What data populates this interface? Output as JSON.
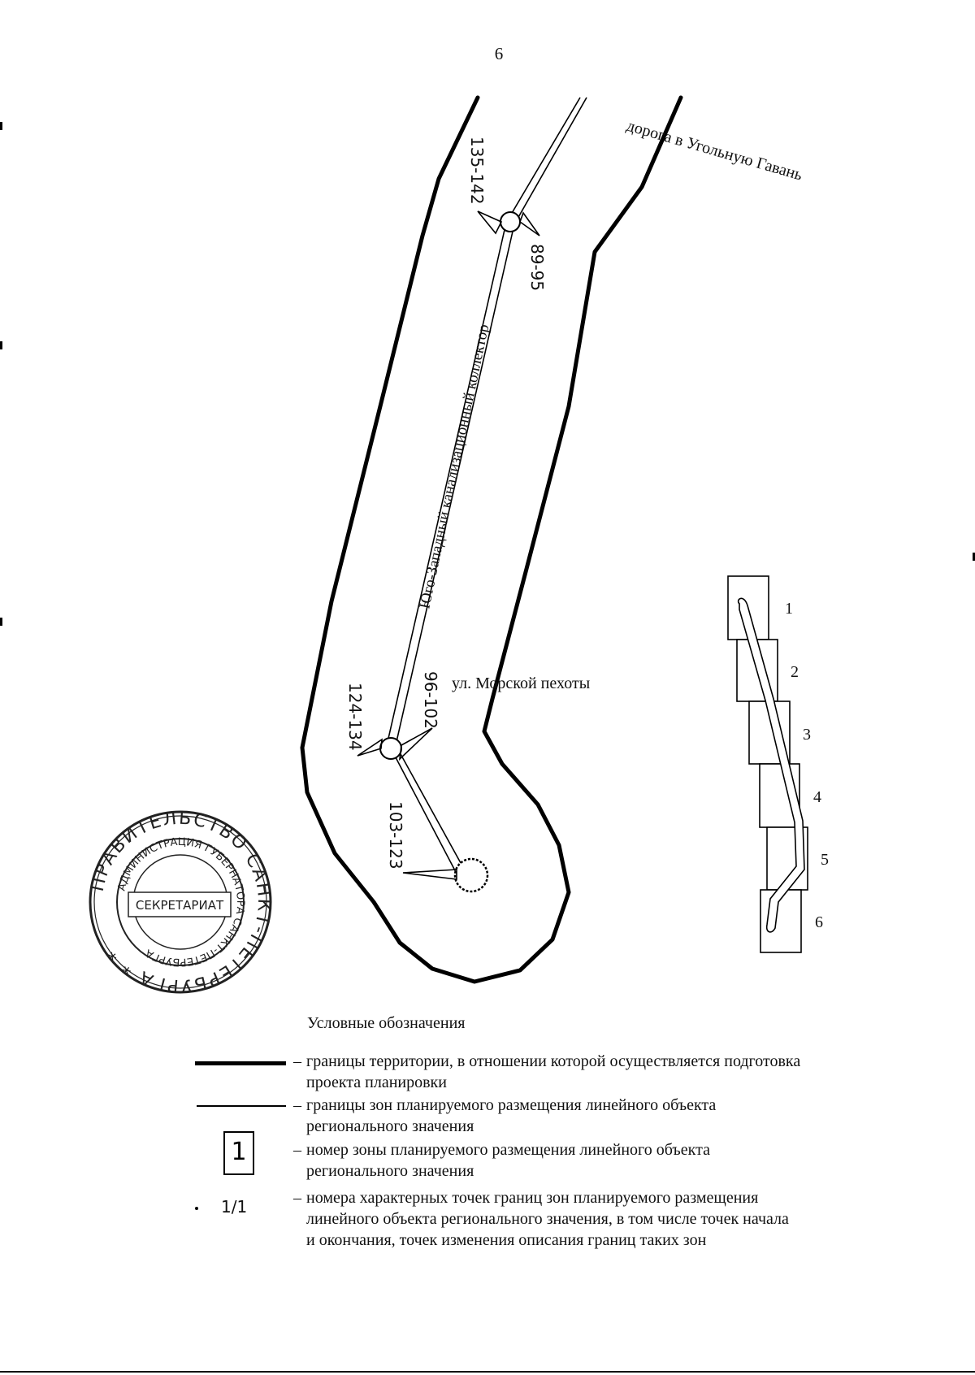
{
  "page_number": "6",
  "map": {
    "road_label": "дорога в Угольную Гавань",
    "collector_label": "Юго-Западный канализационный коллектор",
    "street_label": "ул. Морской пехоты",
    "point_labels": {
      "top_left": "135-142",
      "top_right": "89-95",
      "mid_right": "96-102",
      "mid_left": "124-134",
      "bottom": "103-123"
    },
    "zone_numbers": [
      "1",
      "2",
      "3",
      "4",
      "5",
      "6"
    ]
  },
  "stamp": {
    "outer_text": "ПРАВИТЕЛЬСТВО САНКТ-ПЕТЕРБУРГА",
    "inner_text": "АДМИНИСТРАЦИЯ ГУБЕРНАТОРА САНКТ-ПЕТЕРБУРГА",
    "center_text": "СЕКРЕТАРИАТ"
  },
  "legend": {
    "title": "Условные обозначения",
    "items": [
      {
        "symbol": "thick-line",
        "line1": "границы территории, в отношении которой осуществляется подготовка",
        "line2": "проекта планировки"
      },
      {
        "symbol": "thin-line",
        "line1": "границы зон планируемого размещения линейного объекта",
        "line2": "регионального значения"
      },
      {
        "symbol": "zone-box",
        "sample": "1",
        "line1": "номер зоны планируемого размещения линейного объекта",
        "line2": "регионального значения"
      },
      {
        "symbol": "point",
        "sample": "1/1",
        "line1": "номера характерных точек границ зон планируемого размещения",
        "line2": "линейного объекта регионального значения, в том числе точек начала",
        "line3": "и окончания, точек изменения описания границ таких зон"
      }
    ]
  }
}
